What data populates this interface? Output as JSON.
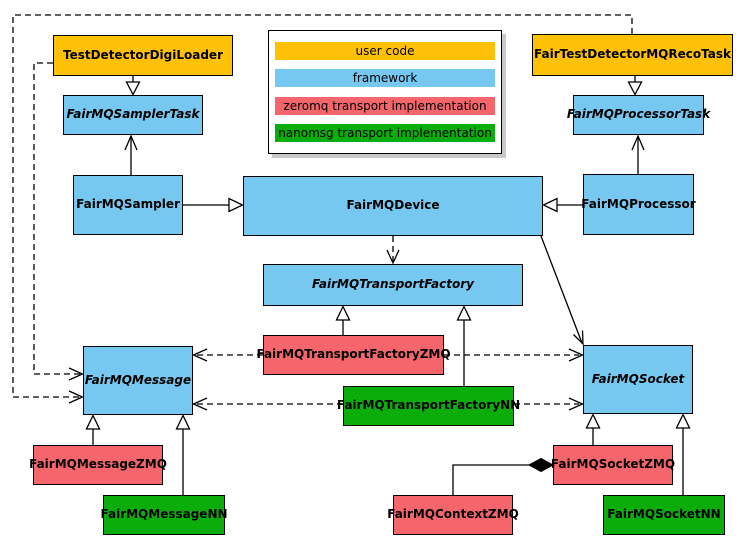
{
  "colors": {
    "user": "#FFC107",
    "framework": "#76C8F0",
    "zmq": "#F5666C",
    "nn": "#0BAD0B"
  },
  "legend": {
    "items": [
      {
        "label": "user code",
        "category": "user"
      },
      {
        "label": "framework",
        "category": "framework"
      },
      {
        "label": "zeromq transport implementation",
        "category": "zmq"
      },
      {
        "label": "nanomsg transport implementation",
        "category": "nn"
      }
    ]
  },
  "nodes": {
    "test_detector_digi_loader": {
      "label": "TestDetectorDigiLoader",
      "category": "user",
      "abstract": false
    },
    "fairmq_sampler_task": {
      "label": "FairMQSamplerTask",
      "category": "framework",
      "abstract": true
    },
    "fairmq_sampler": {
      "label": "FairMQSampler",
      "category": "framework",
      "abstract": false
    },
    "fair_test_detector_mq_reco_task": {
      "label": "FairTestDetectorMQRecoTask",
      "category": "user",
      "abstract": false
    },
    "fairmq_processor_task": {
      "label": "FairMQProcessorTask",
      "category": "framework",
      "abstract": true
    },
    "fairmq_processor": {
      "label": "FairMQProcessor",
      "category": "framework",
      "abstract": false
    },
    "fairmq_device": {
      "label": "FairMQDevice",
      "category": "framework",
      "abstract": false
    },
    "fairmq_transport_factory": {
      "label": "FairMQTransportFactory",
      "category": "framework",
      "abstract": true
    },
    "fairmq_transport_factory_zmq": {
      "label": "FairMQTransportFactoryZMQ",
      "category": "zmq",
      "abstract": false
    },
    "fairmq_transport_factory_nn": {
      "label": "FairMQTransportFactoryNN",
      "category": "nn",
      "abstract": false
    },
    "fairmq_message": {
      "label": "FairMQMessage",
      "category": "framework",
      "abstract": true
    },
    "fairmq_socket": {
      "label": "FairMQSocket",
      "category": "framework",
      "abstract": true
    },
    "fairmq_message_zmq": {
      "label": "FairMQMessageZMQ",
      "category": "zmq",
      "abstract": false
    },
    "fairmq_message_nn": {
      "label": "FairMQMessageNN",
      "category": "nn",
      "abstract": false
    },
    "fairmq_context_zmq": {
      "label": "FairMQContextZMQ",
      "category": "zmq",
      "abstract": false
    },
    "fairmq_socket_zmq": {
      "label": "FairMQSocketZMQ",
      "category": "zmq",
      "abstract": false
    },
    "fairmq_socket_nn": {
      "label": "FairMQSocketNN",
      "category": "nn",
      "abstract": false
    }
  },
  "edges": [
    {
      "from": "TestDetectorDigiLoader",
      "to": "FairMQSamplerTask",
      "type": "inheritance",
      "line": "solid"
    },
    {
      "from": "FairTestDetectorMQRecoTask",
      "to": "FairMQProcessorTask",
      "type": "inheritance",
      "line": "solid"
    },
    {
      "from": "FairMQSampler",
      "to": "FairMQSamplerTask",
      "type": "association",
      "line": "solid"
    },
    {
      "from": "FairMQProcessor",
      "to": "FairMQProcessorTask",
      "type": "association",
      "line": "solid"
    },
    {
      "from": "FairMQSampler",
      "to": "FairMQDevice",
      "type": "inheritance",
      "line": "solid"
    },
    {
      "from": "FairMQProcessor",
      "to": "FairMQDevice",
      "type": "inheritance",
      "line": "solid"
    },
    {
      "from": "FairMQDevice",
      "to": "FairMQTransportFactory",
      "type": "dependency",
      "line": "dashed"
    },
    {
      "from": "FairMQDevice",
      "to": "FairMQSocket",
      "type": "association",
      "line": "solid"
    },
    {
      "from": "FairMQTransportFactoryZMQ",
      "to": "FairMQTransportFactory",
      "type": "inheritance",
      "line": "solid"
    },
    {
      "from": "FairMQTransportFactoryNN",
      "to": "FairMQTransportFactory",
      "type": "inheritance",
      "line": "solid"
    },
    {
      "from": "FairMQTransportFactoryZMQ",
      "to": "FairMQMessage",
      "type": "dependency",
      "line": "dashed"
    },
    {
      "from": "FairMQTransportFactoryZMQ",
      "to": "FairMQSocket",
      "type": "dependency",
      "line": "dashed"
    },
    {
      "from": "FairMQTransportFactoryNN",
      "to": "FairMQMessage",
      "type": "dependency",
      "line": "dashed"
    },
    {
      "from": "FairMQTransportFactoryNN",
      "to": "FairMQSocket",
      "type": "dependency",
      "line": "dashed"
    },
    {
      "from": "TestDetectorDigiLoader",
      "to": "FairMQMessage",
      "type": "dependency",
      "line": "dashed"
    },
    {
      "from": "FairTestDetectorMQRecoTask",
      "to": "FairMQMessage",
      "type": "dependency",
      "line": "dashed"
    },
    {
      "from": "FairMQMessageZMQ",
      "to": "FairMQMessage",
      "type": "inheritance",
      "line": "solid"
    },
    {
      "from": "FairMQMessageNN",
      "to": "FairMQMessage",
      "type": "inheritance",
      "line": "solid"
    },
    {
      "from": "FairMQSocketZMQ",
      "to": "FairMQSocket",
      "type": "inheritance",
      "line": "solid"
    },
    {
      "from": "FairMQSocketNN",
      "to": "FairMQSocket",
      "type": "inheritance",
      "line": "solid"
    },
    {
      "from": "FairMQContextZMQ",
      "to": "FairMQSocketZMQ",
      "type": "composition",
      "line": "solid"
    }
  ]
}
